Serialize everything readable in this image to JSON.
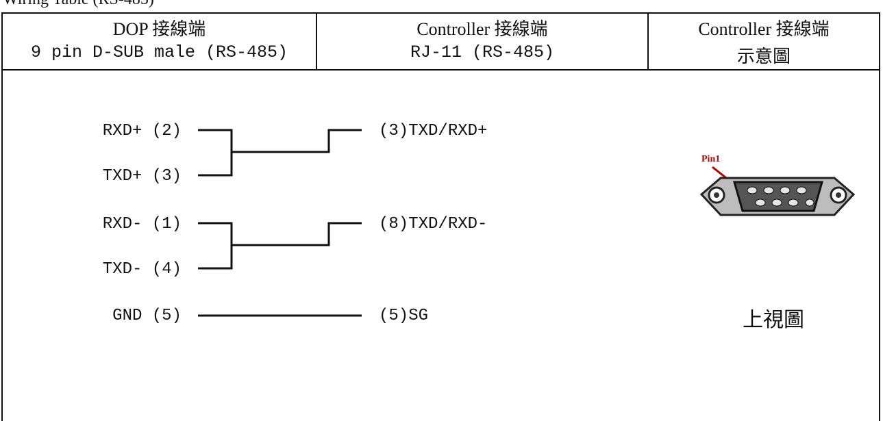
{
  "top_caption": "Wiring Table (RS-485)",
  "header": {
    "col1_title": "DOP 接線端",
    "col1_sub": "9 pin D-SUB male (RS-485)",
    "col2_title": "Controller 接線端",
    "col2_sub": "RJ-11  (RS-485)",
    "col3_title": "Controller 接線端",
    "col3_sub": "示意圖"
  },
  "dop_pins": [
    {
      "label": "RXD+ (2)"
    },
    {
      "label": "TXD+ (3)"
    },
    {
      "label": "RXD- (1)"
    },
    {
      "label": "TXD- (4)"
    },
    {
      "label": "GND (5)"
    }
  ],
  "controller_pins": [
    {
      "label": "(3)TXD/RXD+"
    },
    {
      "label": "(8)TXD/RXD-"
    },
    {
      "label": "(5)SG"
    }
  ],
  "connector": {
    "pin_label": "Pin1",
    "view_label": "上視圖"
  }
}
